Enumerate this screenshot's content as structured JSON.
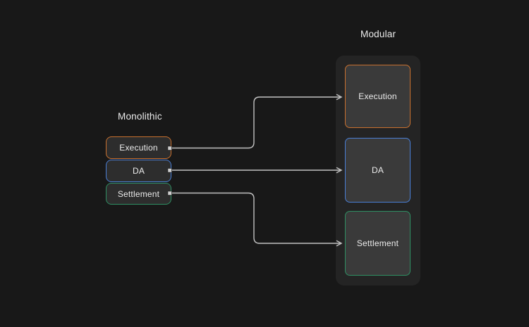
{
  "diagram": {
    "monolithic": {
      "title": "Monolithic",
      "blocks": [
        {
          "label": "Execution",
          "accent": "#c9712f"
        },
        {
          "label": "DA",
          "accent": "#4a7fd6"
        },
        {
          "label": "Settlement",
          "accent": "#2f8f63"
        }
      ]
    },
    "modular": {
      "title": "Modular",
      "blocks": [
        {
          "label": "Execution",
          "accent": "#c9712f"
        },
        {
          "label": "DA",
          "accent": "#4a7fd6"
        },
        {
          "label": "Settlement",
          "accent": "#2f8f63"
        }
      ]
    },
    "colors": {
      "background": "#181818",
      "container_fill": "#242424",
      "monolithic_block_fill": "#2d2d2d",
      "modular_block_fill": "#3a3a3a",
      "connector": "#c2c2c2",
      "handle": "#cfcfcf",
      "text": "#ececec"
    }
  }
}
